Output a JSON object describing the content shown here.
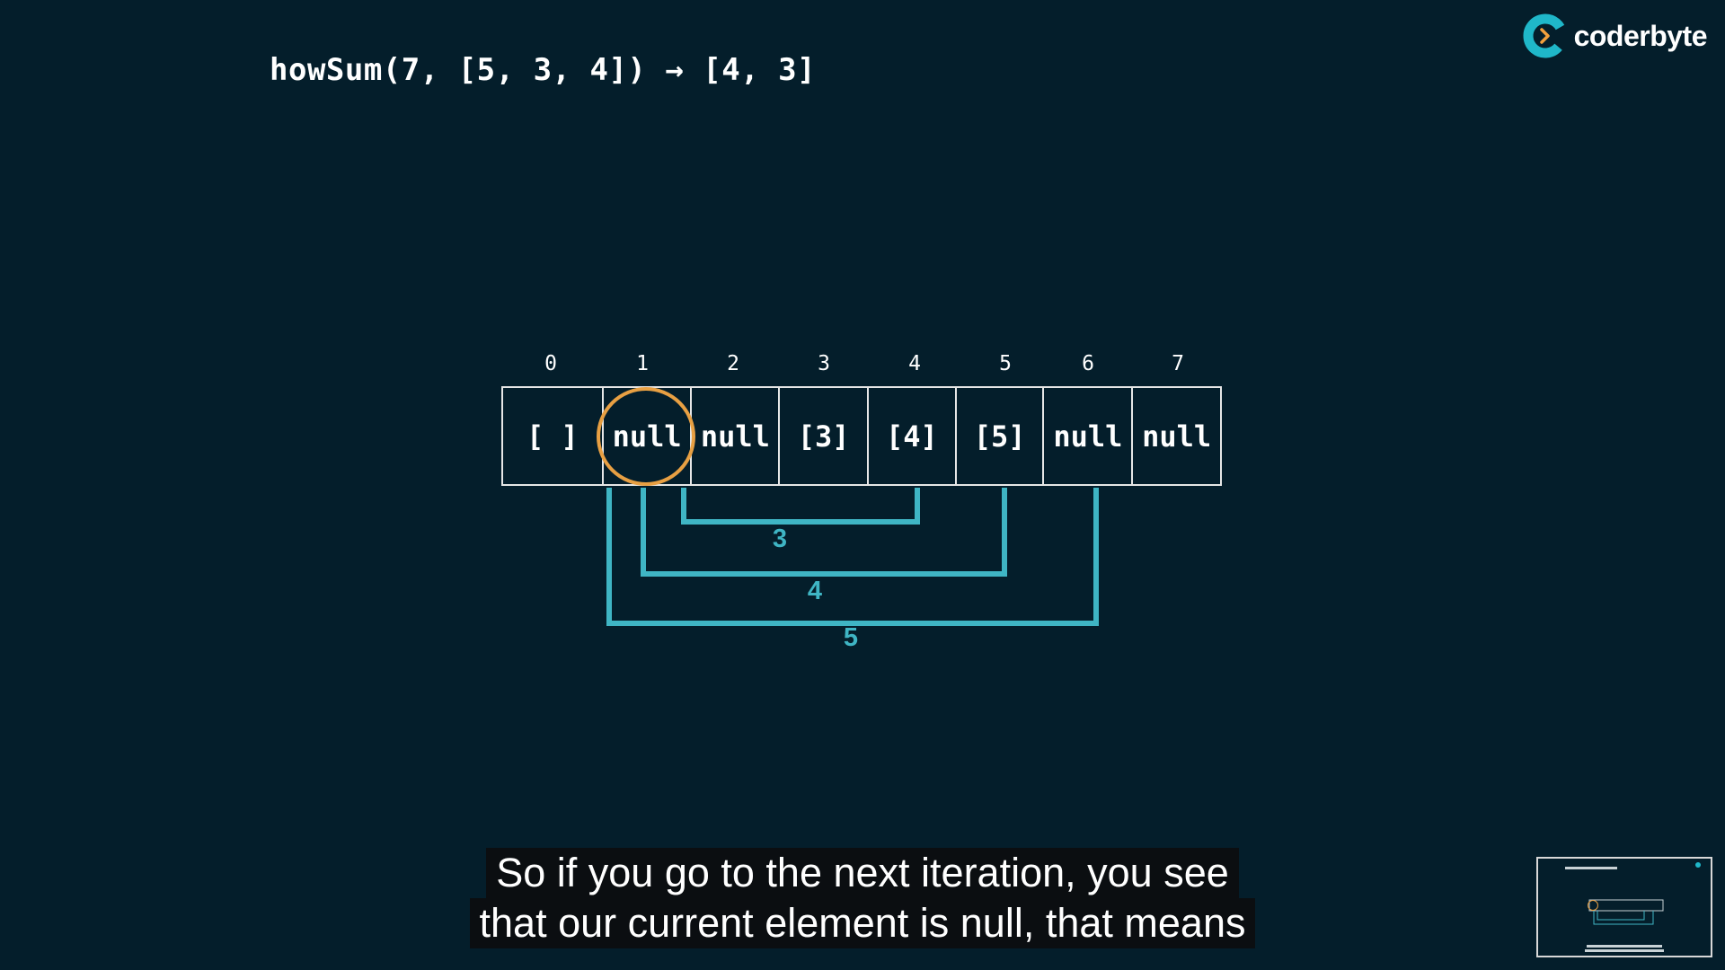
{
  "title": "howSum(7, [5, 3, 4]) → [4, 3]",
  "brand": {
    "name": "coderbyte",
    "accent": "#1fb7c9",
    "chevron_color": "#f2a03d"
  },
  "table": {
    "indices": [
      "0",
      "1",
      "2",
      "3",
      "4",
      "5",
      "6",
      "7"
    ],
    "cells": [
      "[ ]",
      "null",
      "null",
      "[3]",
      "[4]",
      "[5]",
      "null",
      "null"
    ],
    "highlighted_index": 1,
    "highlight_color": "#e8a043",
    "line_color": "#3fb5c4"
  },
  "brackets": [
    {
      "label": "3",
      "from_index": 1,
      "to_index": 4
    },
    {
      "label": "4",
      "from_index": 1,
      "to_index": 5
    },
    {
      "label": "5",
      "from_index": 1,
      "to_index": 6
    }
  ],
  "caption": {
    "line1": "So if you go to the next iteration, you see",
    "line2": "that our current element is null, that means"
  },
  "thumbnail": {
    "icon": "video-preview-thumbnail"
  }
}
